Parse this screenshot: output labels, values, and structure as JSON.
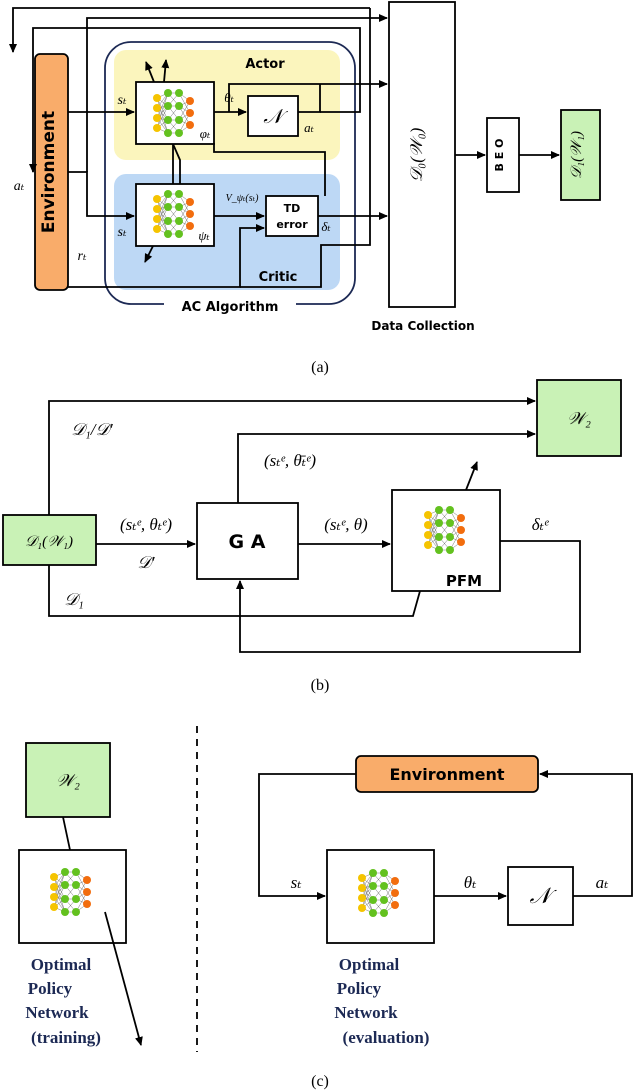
{
  "panel_a": {
    "caption": "(a)",
    "environment": "Environment",
    "actor": "Actor",
    "critic": "Critic",
    "ac_algorithm": "AC Algorithm",
    "normal": "𝒩",
    "td_line1": "TD",
    "td_line2": "error",
    "beo": "B E O",
    "d0": "𝒟₀(𝒲₀)",
    "d1": "𝒟₁(𝒲₁)",
    "data_collection": "Data Collection",
    "s_t": "sₜ",
    "a_t": "aₜ",
    "r_t": "rₜ",
    "theta_t": "θₜ",
    "phi_t": "φₜ",
    "psi_t": "ψₜ",
    "v_psi": "V_ψₜ(sₜ)",
    "delta_t": "δₜ"
  },
  "panel_b": {
    "caption": "(b)",
    "d1w1": "𝒟₁(𝒲₁)",
    "w2": "𝒲₂",
    "ga": "G A",
    "pfm": "PFM",
    "d1_over_dprime": "𝒟₁/𝒟′",
    "d1": "𝒟₁",
    "dprime": "𝒟′",
    "s_theta_e": "(sₜᵉ, θₜᵉ)",
    "s_theta_bar": "(sₜᵉ, θ̄ₜᵉ)",
    "s_theta": "(sₜᵉ, θ)",
    "delta_e": "δₜᵉ"
  },
  "panel_c": {
    "caption": "(c)",
    "w2": "𝒲₂",
    "environment": "Environment",
    "normal": "𝒩",
    "s_t": "sₜ",
    "theta_t": "θₜ",
    "a_t": "aₜ",
    "left_label": [
      "Optimal",
      "Policy",
      "Network",
      "(training)"
    ],
    "right_label": [
      "Optimal",
      "Policy",
      "Network",
      "(evaluation)"
    ]
  },
  "colors": {
    "environment_fill": "#f9ac6a",
    "actor_fill": "#fbf5bd",
    "critic_fill": "#bdd8f5",
    "dataset_fill": "#c9f2b6",
    "node_yellow": "#f5c400",
    "node_green": "#63c11f",
    "node_orange": "#f26d0e",
    "label_dark": "#1c2954"
  }
}
